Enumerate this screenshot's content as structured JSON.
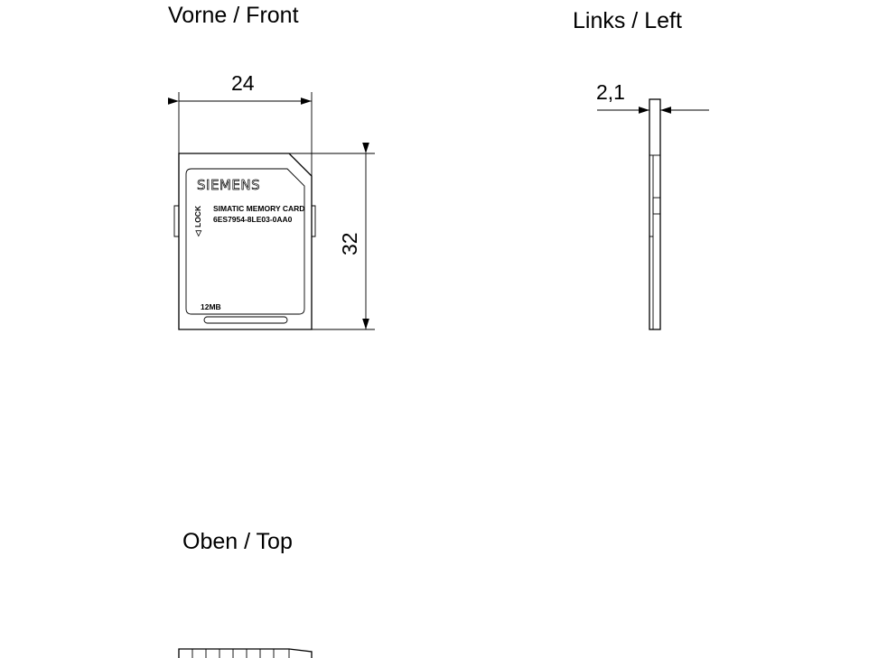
{
  "views": {
    "front": {
      "title": "Vorne / Front",
      "width_dimension": "24",
      "height_dimension": "32"
    },
    "left": {
      "title": "Links / Left",
      "thickness_dimension": "2,1"
    },
    "top": {
      "title": "Oben / Top"
    }
  },
  "card_label": {
    "brand": "SIEMENS",
    "product_name": "SIMATIC MEMORY CARD",
    "order_number": "6ES7954-8LE03-0AA0",
    "lock_label": "LOCK",
    "lock_arrow": "◁",
    "capacity": "12MB"
  }
}
